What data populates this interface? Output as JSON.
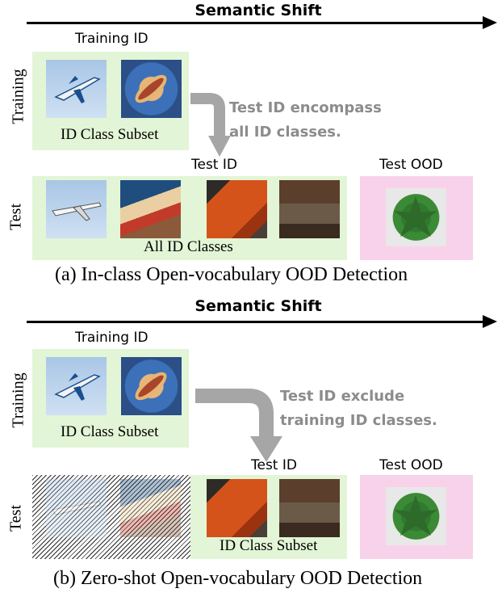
{
  "top": {
    "shift_label": "Semantic Shift",
    "training_id": "Training ID",
    "training_side": "Training",
    "id_class_subset": "ID Class Subset",
    "annotation_line1": "Test ID encompass",
    "annotation_line2": "all ID classes.",
    "test_id": "Test ID",
    "test_ood": "Test OOD",
    "test_side": "Test",
    "all_id_classes": "All ID Classes",
    "caption": "(a) In-class Open-vocabulary OOD Detection"
  },
  "bottom": {
    "shift_label": "Semantic Shift",
    "training_id": "Training ID",
    "training_side": "Training",
    "id_class_subset": "ID Class Subset",
    "annotation_line1": "Test ID  exclude",
    "annotation_line2": "training ID classes.",
    "test_id": "Test ID",
    "test_ood": "Test OOD",
    "test_side": "Test",
    "test_id_class_subset": "ID Class Subset",
    "caption": "(b) Zero-shot Open-vocabulary OOD Detection"
  },
  "colors": {
    "id_box": "#e2f5d6",
    "ood_box": "#f8d2ea",
    "annotation": "#8c8c8c"
  },
  "icons": [
    "airplane-image",
    "hotdog-image",
    "race-car-image",
    "tank-image",
    "plant-image"
  ]
}
